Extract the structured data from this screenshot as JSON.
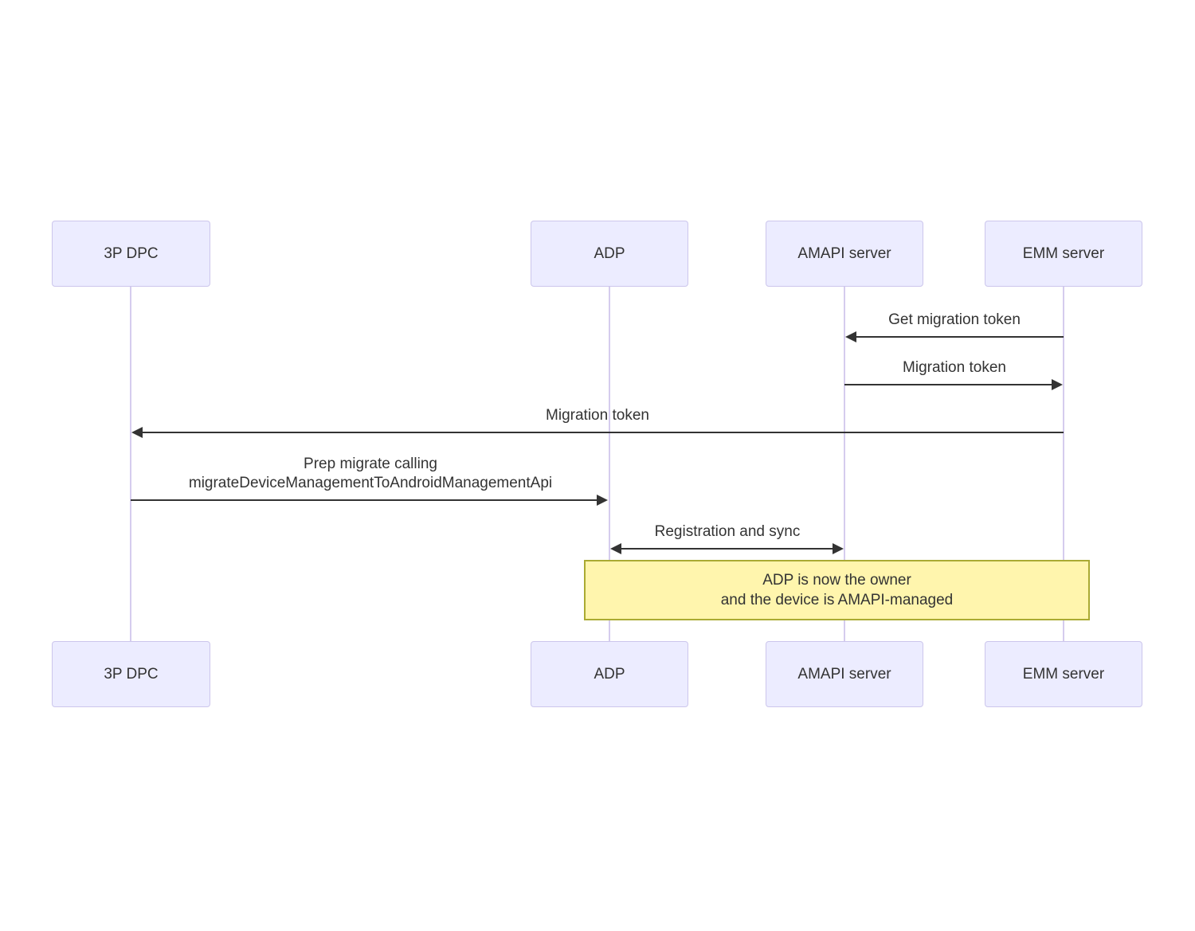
{
  "colors": {
    "background": "#ffffff",
    "actor-fill": "#ececff",
    "actor-border": "#ccc6ec",
    "lifeline": "#d5ccee",
    "arrow": "#333333",
    "text": "#333333",
    "note-fill": "#fff5ad",
    "note-border": "#aaaa33"
  },
  "actors": [
    {
      "label": "3P DPC"
    },
    {
      "label": "ADP"
    },
    {
      "label": "AMAPI server"
    },
    {
      "label": "EMM server"
    }
  ],
  "messages": [
    {
      "label": "Get migration token",
      "from": "EMM server",
      "to": "AMAPI server"
    },
    {
      "label": "Migration token",
      "from": "AMAPI server",
      "to": "EMM server"
    },
    {
      "label": "Migration token",
      "from": "EMM server",
      "to": "3P DPC"
    },
    {
      "lines": [
        "Prep migrate calling",
        "migrateDeviceManagementToAndroidManagementApi"
      ],
      "from": "3P DPC",
      "to": "ADP"
    },
    {
      "label": "Registration and sync",
      "from": "ADP",
      "to": "AMAPI server",
      "bidirectional": true
    }
  ],
  "note": {
    "lines": [
      "ADP is now the owner",
      "and the device is AMAPI-managed"
    ],
    "spans_from": "ADP",
    "spans_to": "EMM server"
  }
}
